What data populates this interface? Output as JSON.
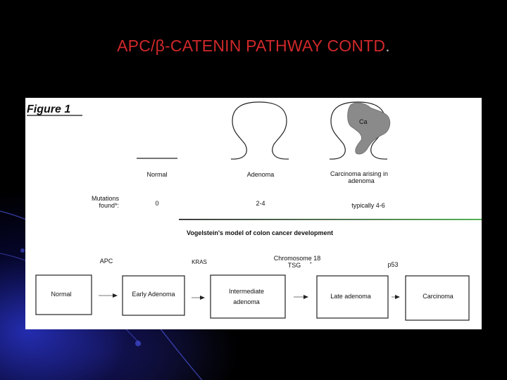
{
  "slide": {
    "title": "APC/β-CATENIN PATHWAY CONTD",
    "title_suffix": "."
  },
  "figure": {
    "label": "Figure 1",
    "stages": [
      {
        "name": "Normal",
        "mutations": "0"
      },
      {
        "name": "Adenoma",
        "mutations": "2-4"
      },
      {
        "name_line1": "Carcinoma arising in",
        "name_line2": "adenoma",
        "mutations": "typically 4-6",
        "tumor_label": "Ca"
      }
    ],
    "mutations_label_line1": "Mutations",
    "mutations_label_line2": "found*:",
    "model_title": "Vogelstein's model of colon cancer development",
    "genes": {
      "apc": "APC",
      "kras": "KRAS",
      "chr18_line1": "Chromosome 18",
      "chr18_line2": "TSG",
      "p53": "p53"
    },
    "flow": [
      {
        "label_line1": "Normal"
      },
      {
        "label_line1": "Early Adenoma"
      },
      {
        "label_line1": "Intermediate",
        "label_line2": "adenoma"
      },
      {
        "label_line1": "Late adenoma"
      },
      {
        "label_line1": "Carcinoma"
      }
    ],
    "colors": {
      "title": "#d0282a",
      "rule_black": "#111111",
      "rule_green": "#2aa02a",
      "tumor": "#8a8a8a"
    }
  }
}
